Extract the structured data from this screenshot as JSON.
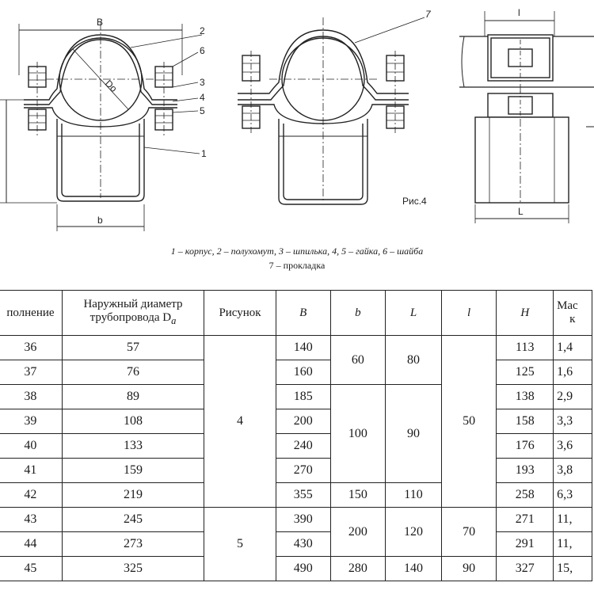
{
  "drawing": {
    "dim_B": "B",
    "dim_b": "b",
    "dim_Do": "Do",
    "dim_7": "7",
    "dim_l": "l",
    "dim_L": "L",
    "callouts": [
      "2",
      "6",
      "3",
      "4",
      "5",
      "1"
    ],
    "fig_label": "Рис.4"
  },
  "caption": {
    "line1": "1 – корпус,   2 – полухомут,   3 – шпилька,  4, 5 – гайка,   6 – шайба",
    "line2": "7 – прокладка"
  },
  "table": {
    "headers": {
      "variant": "полнение",
      "diameter_1": "Наружный диаметр",
      "diameter_2": "трубопровода D",
      "diameter_sub": "a",
      "figure": "Рисунок",
      "B": "B",
      "b": "b",
      "L": "L",
      "l": "l",
      "H": "H",
      "mass_1": "Мас",
      "mass_2": "к"
    },
    "rows": [
      {
        "n": "36",
        "d": "57",
        "B": "140",
        "H": "113",
        "m": "1,4"
      },
      {
        "n": "37",
        "d": "76",
        "B": "160",
        "H": "125",
        "m": "1,6"
      },
      {
        "n": "38",
        "d": "89",
        "B": "185",
        "H": "138",
        "m": "2,9"
      },
      {
        "n": "39",
        "d": "108",
        "B": "200",
        "H": "158",
        "m": "3,3"
      },
      {
        "n": "40",
        "d": "133",
        "B": "240",
        "H": "176",
        "m": "3,6"
      },
      {
        "n": "41",
        "d": "159",
        "B": "270",
        "H": "193",
        "m": "3,8"
      },
      {
        "n": "42",
        "d": "219",
        "B": "355",
        "H": "258",
        "m": "6,3"
      },
      {
        "n": "43",
        "d": "245",
        "B": "390",
        "H": "271",
        "m": "11,"
      },
      {
        "n": "44",
        "d": "273",
        "B": "430",
        "H": "291",
        "m": "11,"
      },
      {
        "n": "45",
        "d": "325",
        "B": "490",
        "H": "327",
        "m": "15,"
      }
    ],
    "groups": {
      "fig_4": "4",
      "fig_5": "5",
      "b_60": "60",
      "b_100": "100",
      "b_150": "150",
      "b_200": "200",
      "b_280": "280",
      "L_80": "80",
      "L_90": "90",
      "L_110": "110",
      "L_120": "120",
      "L_140": "140",
      "l_50": "50",
      "l_70": "70",
      "l_90": "90"
    }
  }
}
